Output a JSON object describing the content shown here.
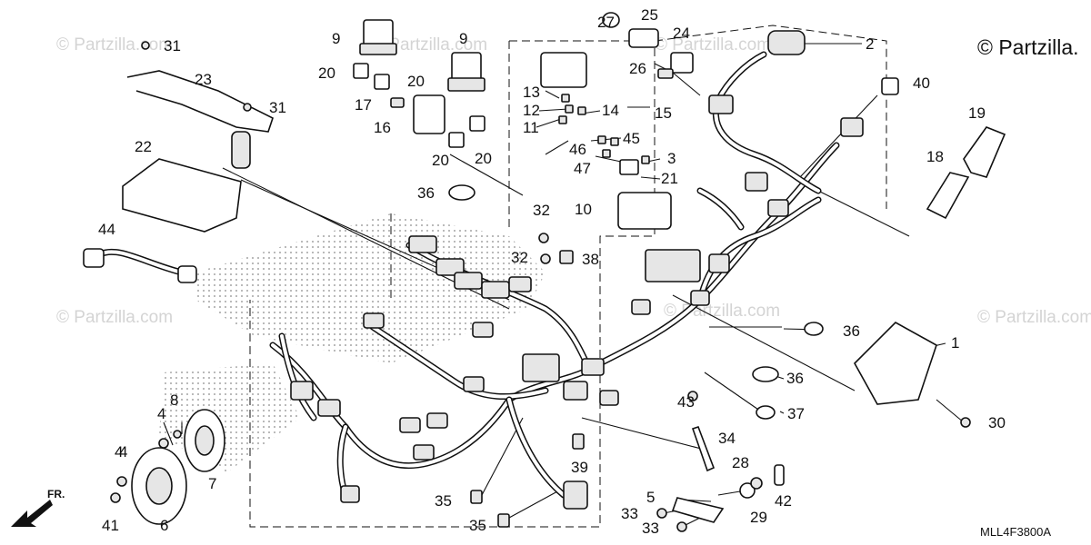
{
  "watermarks": [
    "© Partzilla.com",
    "© Partzilla.com",
    "© Partzilla.com",
    "© Partzilla.com",
    "© Partzilla.com",
    "© Partzilla.com"
  ],
  "brand": "© Partzilla.",
  "diagram_code": "MLL4F3800A",
  "front_label": "FR.",
  "callouts": [
    "1",
    "2",
    "3",
    "4",
    "4",
    "4",
    "5",
    "6",
    "7",
    "8",
    "9",
    "9",
    "10",
    "11",
    "12",
    "13",
    "14",
    "15",
    "16",
    "17",
    "18",
    "19",
    "20",
    "20",
    "20",
    "20",
    "21",
    "22",
    "23",
    "24",
    "25",
    "26",
    "27",
    "28",
    "29",
    "30",
    "31",
    "31",
    "32",
    "32",
    "33",
    "33",
    "34",
    "35",
    "35",
    "36",
    "36",
    "36",
    "37",
    "38",
    "39",
    "40",
    "41",
    "42",
    "43",
    "44",
    "45",
    "46",
    "47"
  ]
}
